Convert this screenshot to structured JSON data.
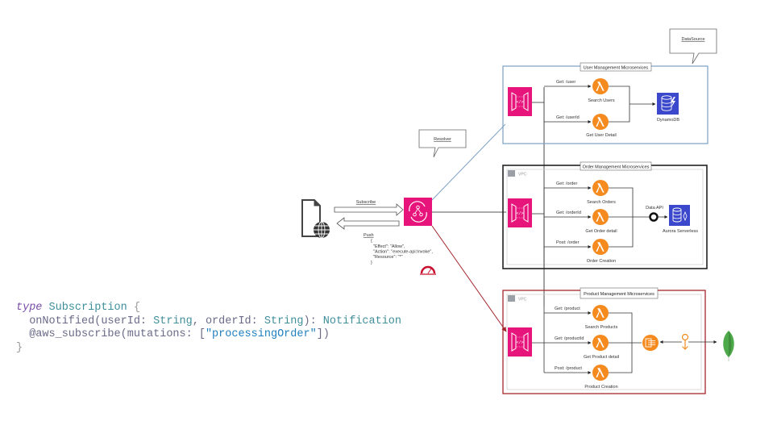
{
  "callouts": {
    "datasource": "DataSource",
    "resolver": "Resolver"
  },
  "client": {
    "subscribe_label": "Subscribe",
    "push_label": "Push",
    "policy": [
      "{",
      "\"Effect\": \"Allow\",",
      "\"Action\": \"execute-api:Invoke\",",
      "\"Resource\": \"*\"",
      "}"
    ]
  },
  "user_service": {
    "title": "User Management Microservices",
    "routes": [
      {
        "route": "Get: /user",
        "function": "Search Users"
      },
      {
        "route": "Get: /userId",
        "function": "Get User Detail"
      }
    ],
    "datastore": "DynamoDB",
    "border_color": "#7b9fc4"
  },
  "order_service": {
    "title": "Order Management Microservices",
    "vpc_label": "VPC",
    "routes": [
      {
        "route": "Get: /order",
        "function": "Search Orders"
      },
      {
        "route": "Get: /orderId",
        "function": "Get Order detail"
      },
      {
        "route": "Post: /order",
        "function": "Order Creation"
      }
    ],
    "connector_label": "Data API",
    "datastore": "Aurora Serverless",
    "border_color": "#222222"
  },
  "product_service": {
    "title": "Product Management Microservices",
    "vpc_label": "VPC",
    "routes": [
      {
        "route": "Get: /product",
        "function": "Search Products"
      },
      {
        "route": "Get: /productId",
        "function": "Get Product detail"
      },
      {
        "route": "Post: /product",
        "function": "Product Creation"
      }
    ],
    "border_color": "#a3262c"
  },
  "colors": {
    "api_gateway": "#e7157b",
    "lambda": "#f58a1f",
    "dynamodb": "#3b48cc",
    "mongodb": "#4ea94b"
  },
  "code": {
    "line1_kw": "type",
    "line1_type": "Subscription",
    "line1_brace": "{",
    "line2_a": "  onNotified(userId: ",
    "line2_t1": "String",
    "line2_b": ", orderId: ",
    "line2_t2": "String",
    "line2_c": "): ",
    "line2_t3": "Notification",
    "line3_a": "  @aws_subscribe(mutations: [",
    "line3_str": "\"processingOrder\"",
    "line3_b": "])",
    "line4_brace": "}"
  }
}
